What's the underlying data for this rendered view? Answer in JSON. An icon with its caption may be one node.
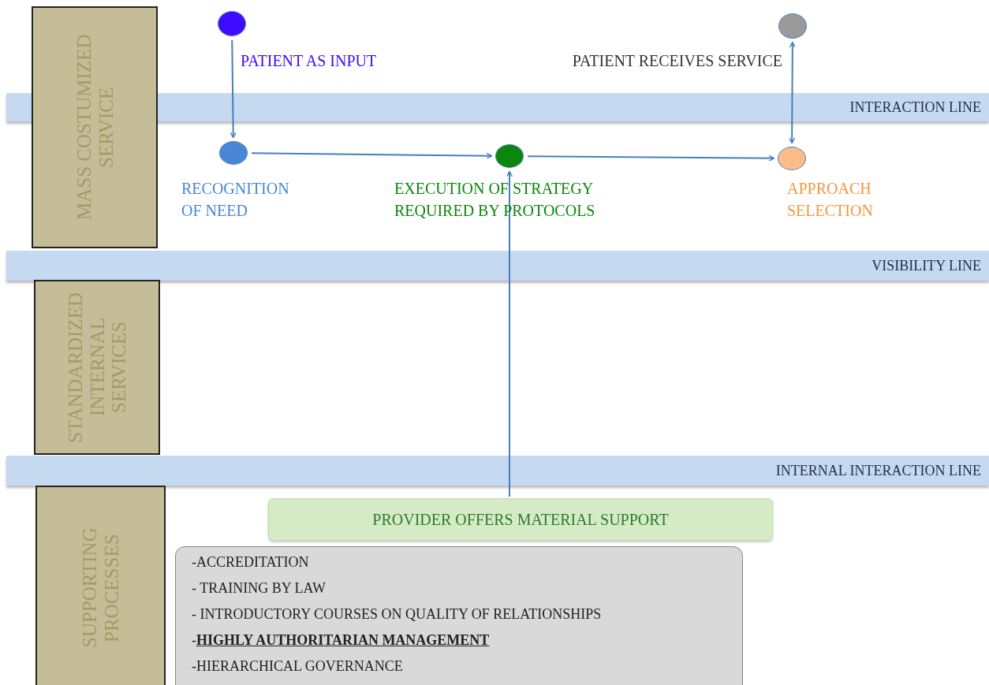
{
  "diagram": {
    "nodes": [
      {
        "text": [
          "MASS COSTUMIZED SERVICE"
        ]
      },
      {
        "text": [],
        "shape": "circle",
        "beside": [
          "PATIENT AS INPUT"
        ]
      },
      {
        "text": [],
        "shape": "circle",
        "beside": [
          "PATIENT RECEIVES SERVICE"
        ]
      },
      {
        "text": [],
        "shape": "circle",
        "beside": [
          "RECOGNITION OF NEED"
        ]
      },
      {
        "text": [],
        "shape": "circle",
        "beside": [
          "EXECUTION OF STRATEGY REQUIRED BY PROTOCOLS"
        ]
      },
      {
        "text": [],
        "shape": "circle",
        "beside": [
          "APPROACH SELECTION"
        ]
      },
      {
        "text": [
          "STANDARDIZED INTERNAL SERVICES"
        ]
      },
      {
        "text": [
          "SUPPORTING PROCESSES"
        ]
      },
      {
        "text": [
          "PROVIDER OFFERS MATERIAL SUPPORT"
        ]
      },
      {
        "text": [
          "-ACCREDITATION",
          "- TRAINING BY LAW",
          "- INTRODUCTORY COURSES ON QUALITY OF RELATIONSHIPS",
          "-**HIGHLY AUTHORITARIAN MANAGEMENT**",
          "-HIERARCHICAL GOVERNANCE"
        ]
      }
    ],
    "edges": [
      {
        "from": 1,
        "to": 3,
        "arrow": "to"
      },
      {
        "from": 3,
        "to": 4,
        "arrow": "to"
      },
      {
        "from": 4,
        "to": 5,
        "arrow": "to"
      },
      {
        "from": 5,
        "to": 2,
        "arrow": "both"
      },
      {
        "from": 8,
        "to": 4,
        "arrow": "to"
      }
    ],
    "labels": [
      "INTERACTION LINE",
      "VISIBILITY LINE",
      "INTERNAL INTERACTION LINE"
    ]
  }
}
